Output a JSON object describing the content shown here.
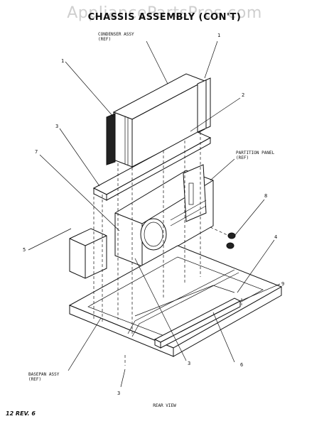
{
  "watermark": "AppliancePartsPros.com",
  "title": "CHASSIS ASSEMBLY (CON'T)",
  "labels": {
    "condenser_assy": "CONDENSER ASSY\n(REF)",
    "partition_panel": "PARTITION PANEL\n(REF)",
    "basepan_assy": "BASEPAN ASSY\n(REF)"
  },
  "callouts": {
    "c1_right": "1",
    "c1_left": "1",
    "c2": "2",
    "c3_top": "3",
    "c7": "7",
    "c8": "8",
    "c5_left": "5",
    "c4": "4",
    "c9": "9",
    "c3_mid": "3",
    "c6": "6",
    "c3_bottom": "3"
  },
  "caption": "REAR VIEW",
  "revision": "12 REV. 6"
}
